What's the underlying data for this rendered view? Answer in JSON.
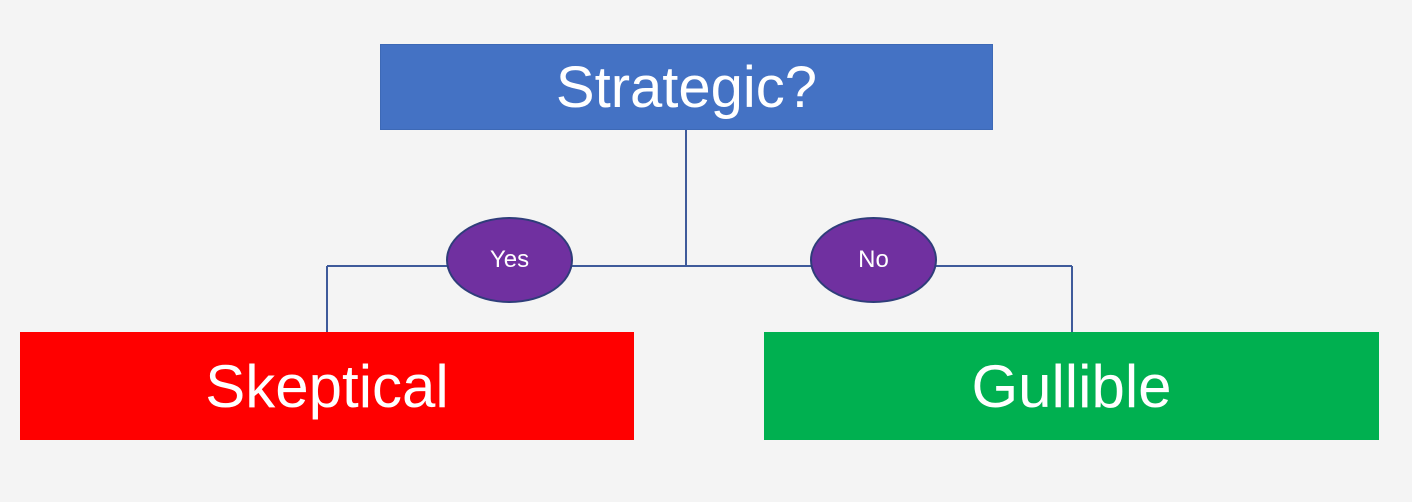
{
  "root": {
    "label": "Strategic?"
  },
  "branches": [
    {
      "edge_label": "Yes",
      "result": "Skeptical",
      "color": "#ff0000"
    },
    {
      "edge_label": "No",
      "result": "Gullible",
      "color": "#00b050"
    }
  ],
  "colors": {
    "root_fill": "#4472c4",
    "edge_label_fill": "#7030a0",
    "connector": "#3e5a9a",
    "background": "#f4f4f4"
  }
}
